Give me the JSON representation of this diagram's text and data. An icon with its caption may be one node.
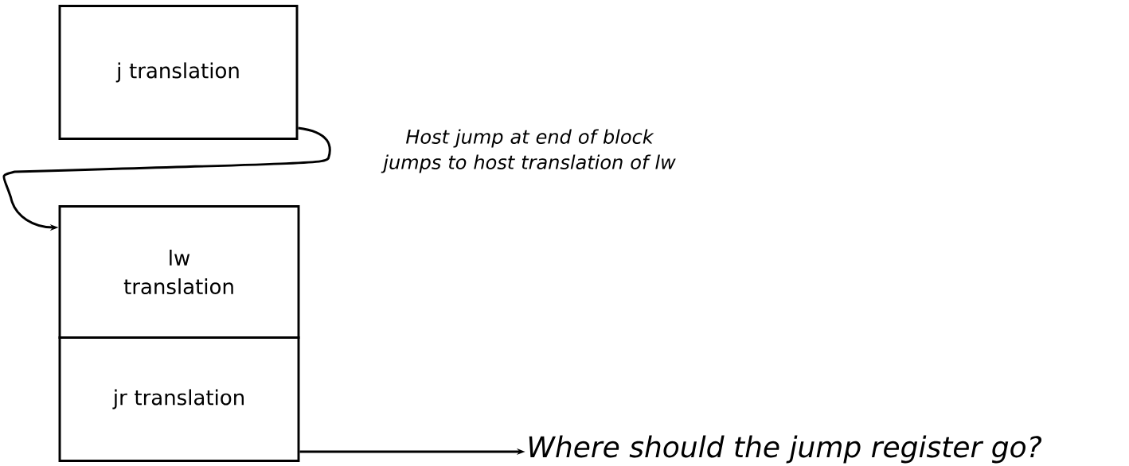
{
  "diagram": {
    "nodes": [
      {
        "text": [
          "j translation"
        ]
      },
      {
        "text": [
          "lw translation"
        ]
      },
      {
        "text": [
          "jr translation"
        ]
      },
      {
        "text": [
          "Where should the jump register go?"
        ]
      }
    ],
    "edges": [
      {
        "from": 0,
        "to": 1,
        "arrow": "to",
        "label": "Host jump at end of block jumps to host translation of lw"
      },
      {
        "from": 2,
        "to": 3,
        "arrow": "to"
      }
    ]
  }
}
